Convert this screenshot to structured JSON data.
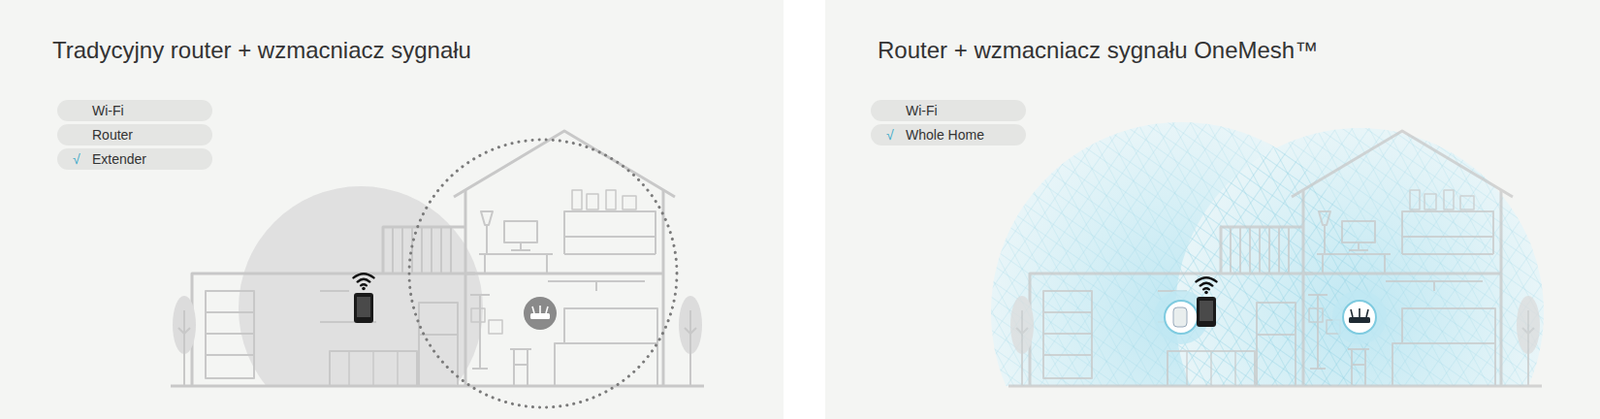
{
  "diagram": {
    "nodes": [
      {
        "text": [
          "Tradycyjny router + wzmacniacz sygnału"
        ]
      },
      {
        "text": [
          "Wi-Fi"
        ],
        "in": 0
      },
      {
        "text": [
          "Router"
        ],
        "in": 0
      },
      {
        "text": [
          "√",
          "Extender"
        ],
        "in": 0
      },
      {
        "text": [
          "Router + wzmacniacz sygnału OneMesh™"
        ]
      },
      {
        "text": [
          "Wi-Fi"
        ],
        "in": 4
      },
      {
        "text": [
          "√",
          "Whole Home"
        ],
        "in": 4
      }
    ]
  }
}
